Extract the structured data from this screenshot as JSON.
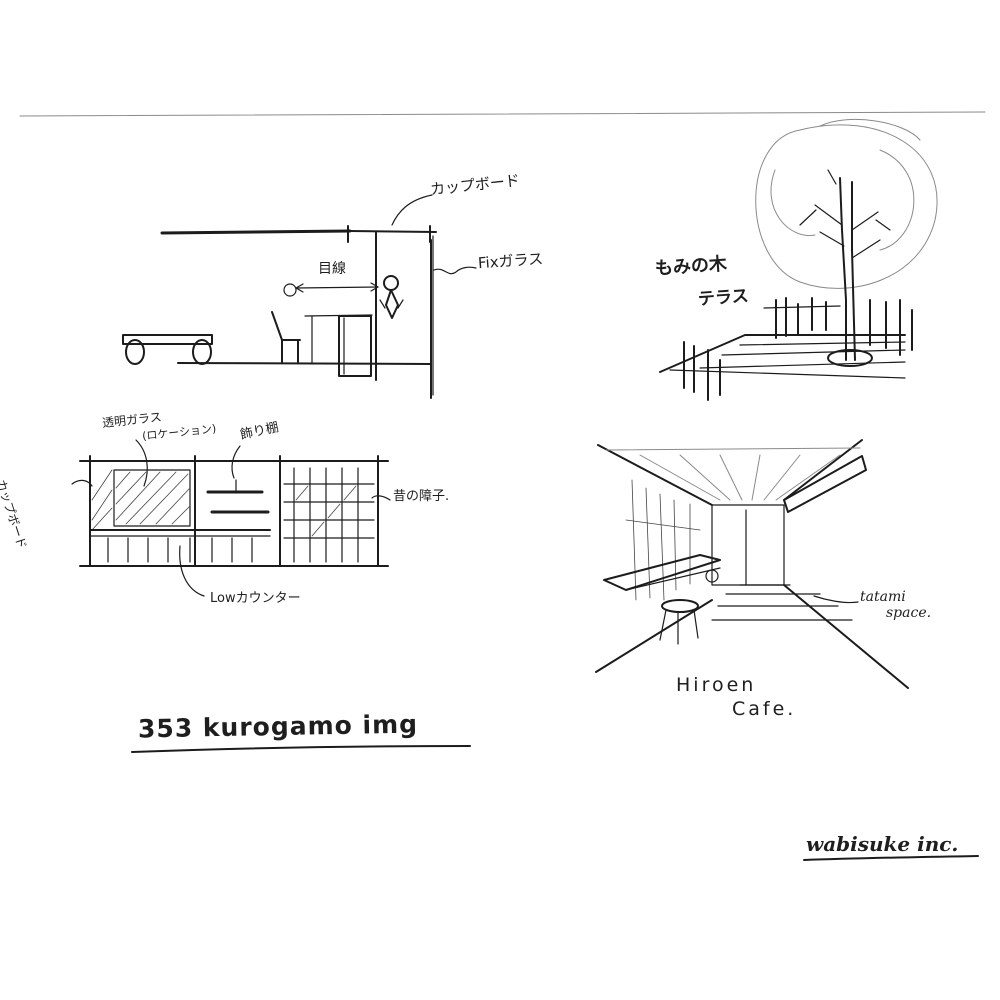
{
  "sketch1": {
    "label_cupboard": "カップボード",
    "label_fix_glass": "Fixガラス",
    "label_eye_level": "目線"
  },
  "sketch2": {
    "label_tree": "もみの木",
    "label_terrace": "テラス"
  },
  "sketch3": {
    "label_transparent_glass": "透明ガラス",
    "label_lamination": "(ロケーション)",
    "label_decor_shelf": "飾り棚",
    "label_cupboard_vertical": "カップボード",
    "label_old_shoji": "昔の障子.",
    "label_low_counter": "Lowカウンター"
  },
  "sketch4": {
    "label_tatami": "tatami",
    "label_space": "space.",
    "title_line1": "Hiroen",
    "title_line2": "Cafe."
  },
  "project_title": "353 kurogamo   img",
  "signature": "wabisuke inc."
}
